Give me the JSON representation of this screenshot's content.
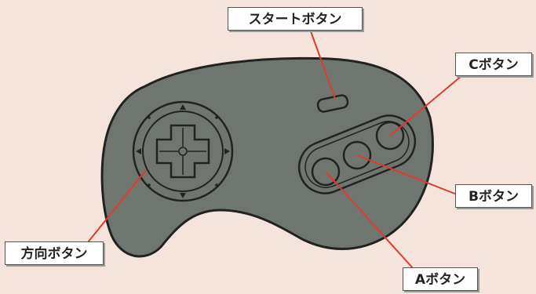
{
  "labels": {
    "start_button": "スタートボタン",
    "c_button": "Cボタン",
    "b_button": "Bボタン",
    "a_button": "Aボタン",
    "direction_button": "方向ボタン"
  },
  "colors": {
    "background": "#f4e4dc",
    "controller_body": "#6f7670",
    "outline": "#222222",
    "leader_line": "#e03a2a",
    "callout_fill": "#ffffff"
  },
  "icons": {
    "dpad": "cross-dpad-icon",
    "arrows": "triangle-arrow-icon"
  }
}
